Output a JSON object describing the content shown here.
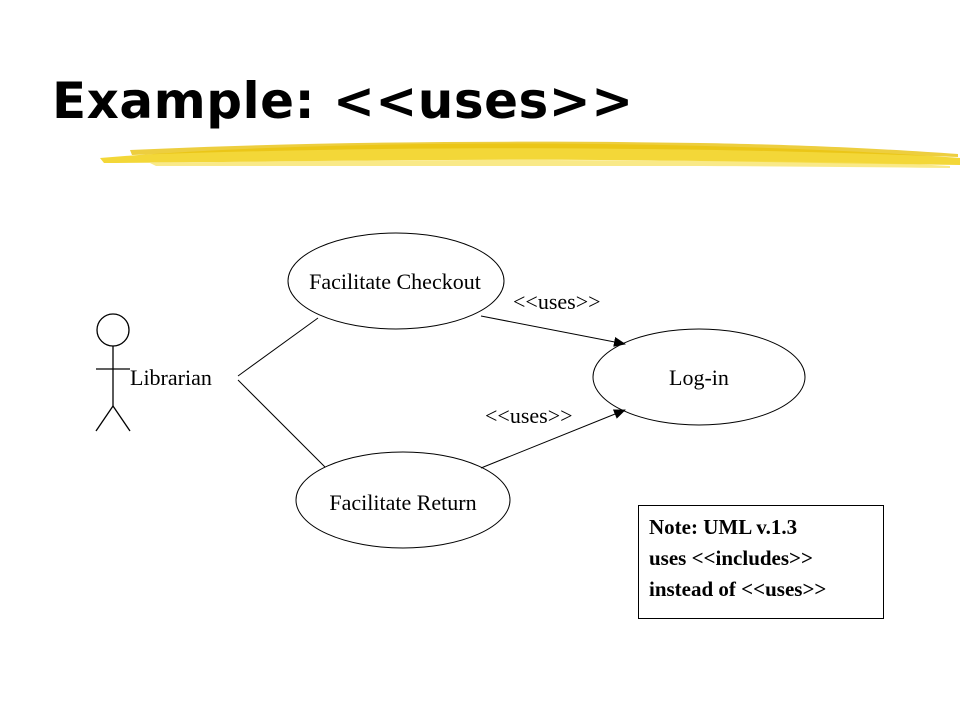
{
  "title": "Example:  <<uses>>",
  "colors": {
    "title_underline": "#f2d322",
    "ink": "#000000",
    "background": "#ffffff"
  },
  "diagram": {
    "actor": {
      "label": "Librarian",
      "icon": "stick-figure-icon"
    },
    "use_cases": {
      "checkout": "Facilitate Checkout",
      "login": "Log-in",
      "return": "Facilitate Return"
    },
    "relations": {
      "checkout_login_label": "<<uses>>",
      "return_login_label": "<<uses>>"
    }
  },
  "note": {
    "line1": "Note:  UML v.1.3",
    "line2": "uses <<includes>>",
    "line3": "instead of <<uses>>"
  }
}
